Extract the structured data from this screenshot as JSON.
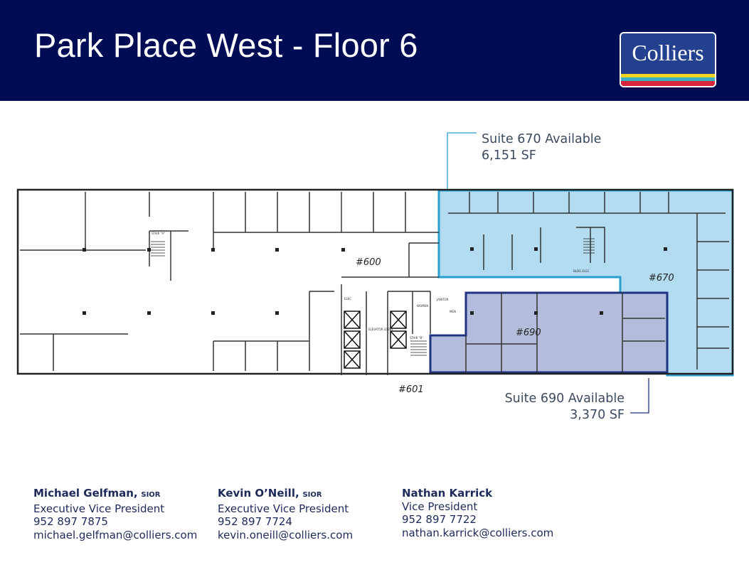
{
  "header": {
    "title": "Park Place West - Floor 6",
    "logo_text": "Colliers",
    "background": "#000d55"
  },
  "floor_plan": {
    "suite_labels": {
      "s600": "#600",
      "s601": "#601",
      "s670": "#670",
      "s690": "#690"
    },
    "room_labels": {
      "elevator_lobby": "ELEVATOR LOBBY",
      "women": "WOMEN",
      "men": "MEN",
      "janitor": "JANITOR",
      "stair_a": "STAIR \"A\"",
      "stair_b": "STAIR \"B\"",
      "elec": "ELEC",
      "bldg_elec": "BLDG ELEC"
    },
    "colors": {
      "suite_670": "#b3dcf0",
      "suite_670_border": "#2a9fd0",
      "suite_690": "#b3bddb",
      "suite_690_border": "#1f3380"
    }
  },
  "callouts": [
    {
      "suite": "Suite 670 Available",
      "size": "6,151 SF"
    },
    {
      "suite": "Suite 690 Available",
      "size": "3,370 SF"
    }
  ],
  "contacts": [
    {
      "name": "Michael Gelfman,",
      "credential": "SIOR",
      "title": "Executive Vice President",
      "phone": "952 897 7875",
      "email": "michael.gelfman@colliers.com"
    },
    {
      "name": "Kevin O’Neill,",
      "credential": "SIOR",
      "title": "Executive Vice President",
      "phone": "952 897 7724",
      "email": "kevin.oneill@colliers.com"
    },
    {
      "name": "Nathan Karrick",
      "credential": "",
      "title": "Vice President",
      "phone": "952 897 7722",
      "email": "nathan.karrick@colliers.com"
    }
  ]
}
